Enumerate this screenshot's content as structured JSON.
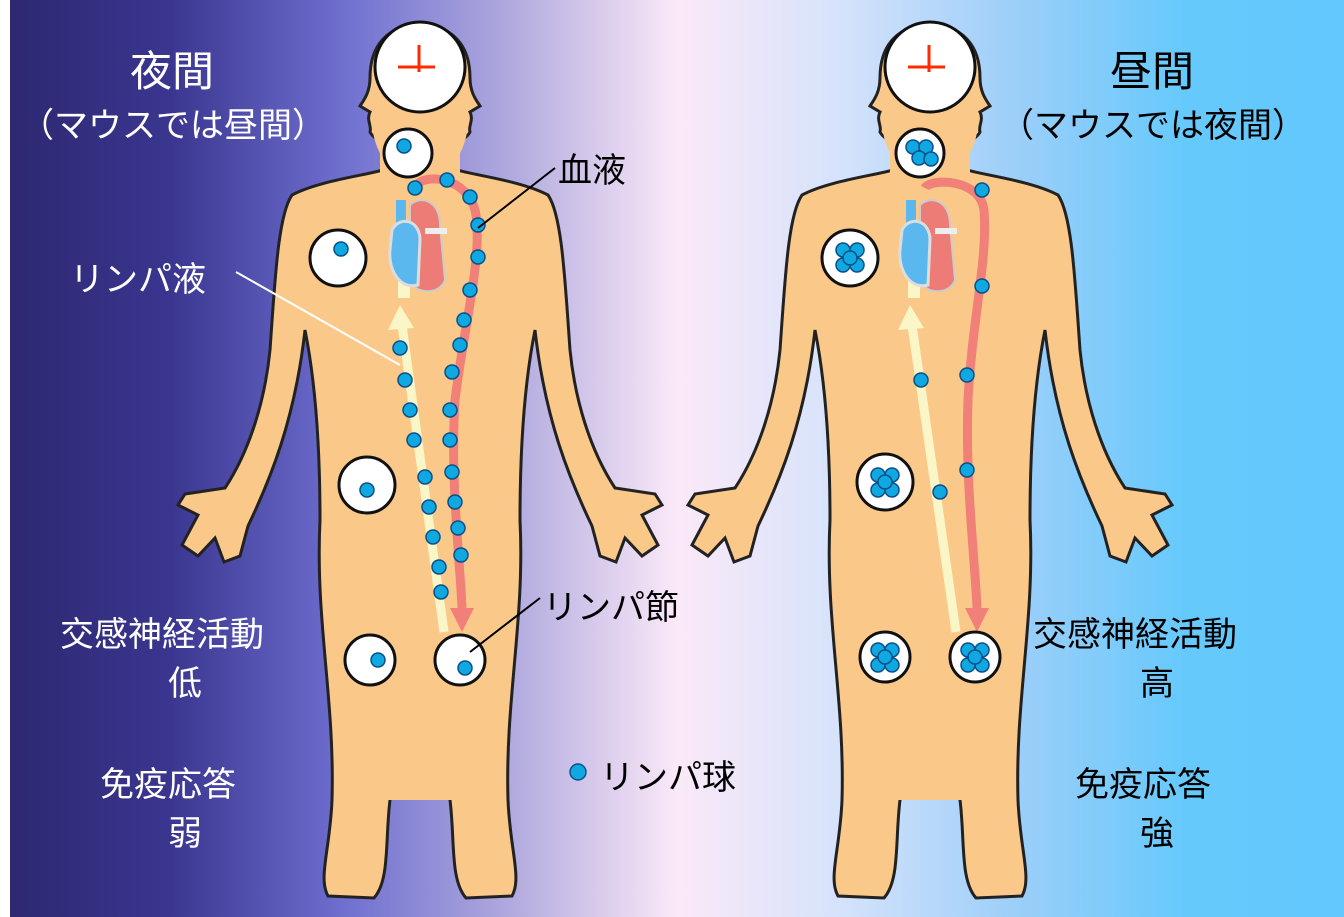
{
  "left": {
    "title": "夜間",
    "subtitle": "（マウスでは昼間）",
    "sympathetic_label": "交感神経活動",
    "sympathetic_level": "低",
    "immune_label": "免疫応答",
    "immune_level": "弱"
  },
  "right": {
    "title": "昼間",
    "subtitle": "（マウスでは夜間）",
    "sympathetic_label": "交感神経活動",
    "sympathetic_level": "高",
    "immune_label": "免疫応答",
    "immune_level": "強"
  },
  "labels": {
    "blood": "血液",
    "lymph_fluid": "リンパ液",
    "lymph_node": "リンパ節",
    "legend_lymphocyte": "リンパ球"
  },
  "colors": {
    "skin": "#fac98a",
    "lymphocyte": "#10a8e0",
    "blood_vessel": "#f08078",
    "lymph_vessel": "#fbf6c8",
    "clock_hand": "#ff2a00"
  }
}
